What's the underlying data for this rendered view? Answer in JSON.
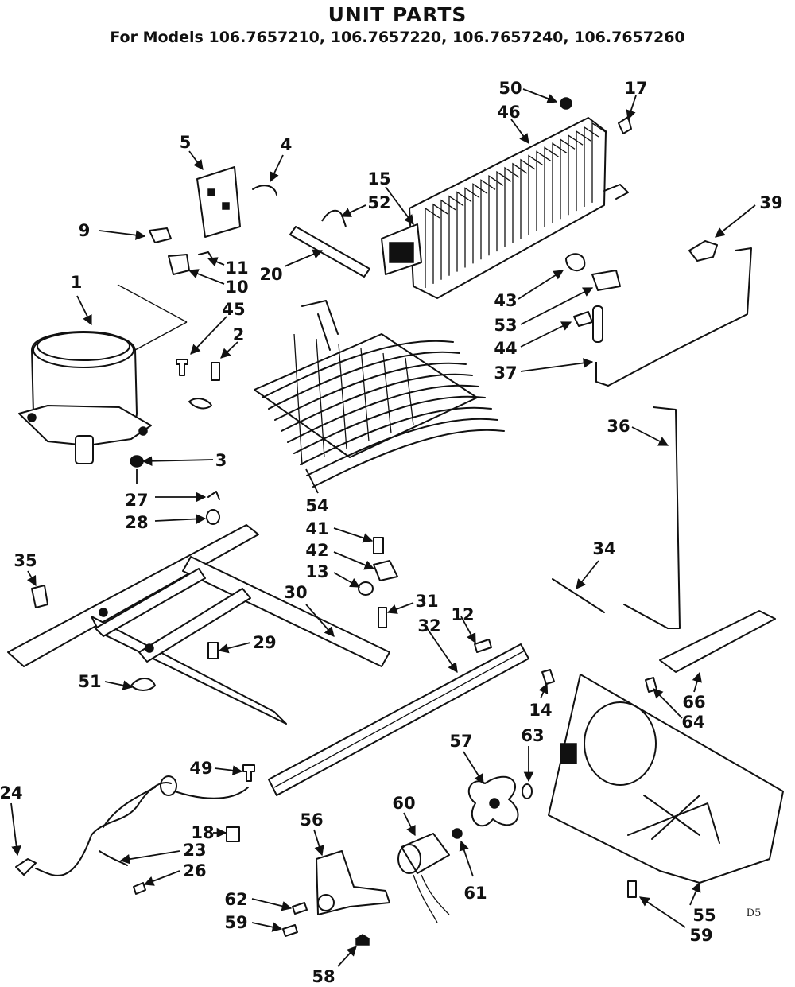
{
  "title": "UNIT PARTS",
  "subtitle": "For Models 106.7657210, 106.7657220, 106.7657240, 106.7657260",
  "code": "D5",
  "callouts": [
    "50",
    "17",
    "46",
    "5",
    "4",
    "15",
    "52",
    "39",
    "9",
    "11",
    "10",
    "20",
    "1",
    "43",
    "45",
    "2",
    "53",
    "44",
    "37",
    "36",
    "54",
    "3",
    "27",
    "28",
    "41",
    "34",
    "35",
    "42",
    "13",
    "31",
    "30",
    "12",
    "32",
    "29",
    "51",
    "66",
    "64",
    "14",
    "63",
    "57",
    "49",
    "24",
    "60",
    "18",
    "56",
    "23",
    "26",
    "61",
    "62",
    "59",
    "55",
    "59",
    "58"
  ]
}
